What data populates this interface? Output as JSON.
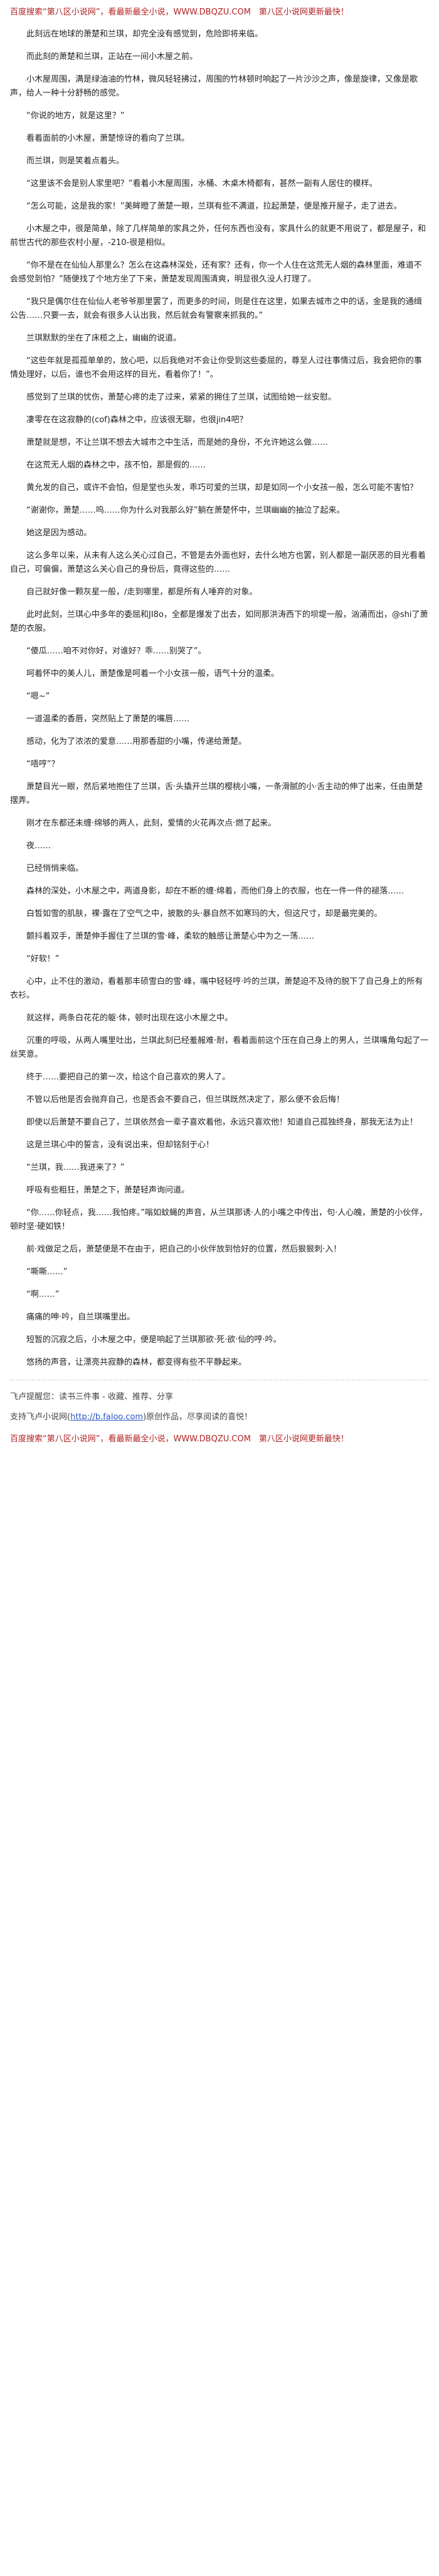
{
  "header_banner": "百度搜索“第八区小说网”，看最新最全小说，WWW.DBQZU.COM　第八区小说网更新最快！",
  "paragraphs": [
    "此刻远在地球的萧楚和兰琪，却完全没有感觉到，危险即将来临。",
    "而此刻的萧楚和兰琪，正站在一间小木屋之前。",
    "小木屋周围，满是绿油油的竹林，微风轻轻拂过，周围的竹林顿时响起了一片沙沙之声，像是旋律，又像是歌声，给人一种十分舒畅的感觉。",
    "“你说的地方，就是这里？”",
    "看着面前的小木屋，萧楚惊讶的看向了兰琪。",
    "而兰琪，则是笑着点着头。",
    "“这里该不会是别人家里吧？”看着小木屋周围，水桶、木桌木椅都有，甚然一副有人居住的模样。",
    "“怎么可能，这是我的家！”美眸瞪了萧楚一眼，兰琪有些不满道，拉起萧楚，便是推开屋子，走了进去。",
    "小木屋之中，很是简单，除了几样简单的家具之外，任何东西也没有，家具什么的就更不用说了，都是屋子，和前世古代的那些农村小屋，-210-很是相似。",
    "“你不是在在仙仙人那里么？怎么在这森林深处，还有家？还有，你一个人住在这荒无人烟的森林里面，难道不会感觉到怕？”随便找了个地方坐了下来，萧楚发现周围清爽，明显很久没人打理了。",
    "“我只是偶尔住在仙仙人老爷爷那里罢了，而更多的时间，则是住在这里，如果去城市之中的话，金是我的通缉公告……只要一去，就会有很多人认出我，然后就会有警察来抓我的。”",
    "兰琪默默的坐在了床榄之上，幽幽的说道。",
    "“这些年就是孤孤单单的，放心吧，以后我绝对不会让你受到这些委屈的，尊至人过往事情过后，我会把你的事情处理好，以后，谁也不会用这样的目光，看着你了！”。",
    "感觉到了兰琪的忧伤，萧楚心疼的走了过来，紧紧的拥住了兰琪，试图给她一丝安慰。",
    "凄零在在这寂静的(cof)森林之中，应该很无聊，也很jin4吧？",
    "萧楚就是想，不让兰琪不想去大城市之中生活，而是她的身份，不允许她这么做……",
    "在这荒无人烟的森林之中，孩不怕，那是假的……",
    "黄允发的自己，或许不会怕，但是堂也头发，乖巧可爱的兰琪，却是如同一个小女孩一般，怎么可能不害怕？",
    "“谢谢你，萧楚……呜……你为什么对我那么好”躺在萧楚怀中，兰琪幽幽的抽泣了起来。",
    "她这是因为感动。",
    "这么多年以来，从未有人这么关心过自己，不管是去外面也好，去什么地方也罢，别人都是一副厌恶的目光看着自己，可偏偏，萧楚这么关心自己的身份后，竟得这些的……",
    "自己就好像一颗灰星一般，/走到哪里，都是所有人唾弃的对象。",
    "此时此刻，兰琪心中多年的委屈和JI8o，全都是爆发了出去，如同那洪涛西下的坝堤一般，汹涌而出，@shi了萧楚的衣服。",
    "“傻瓜……咱不对你好，对谁好？乖……别哭了”。",
    "呵着怀中的美人儿，萧楚像是呵着一个小女孩一般，语气十分的温柔。",
    "“嗯~”",
    "一道温柔的香唇，突然贴上了萧楚的嘴唇……",
    "感动，化为了浓浓的爱意……用那香甜的小嘴，传递给萧楚。",
    "“唔哼”？",
    "萧楚目光一眼，然后紧地抱住了兰琪，舌·头撬开兰琪的樱桃小嘴，一条滑腻的小·舌主动的伸了出来，任由萧楚摆弄。",
    "刚才在东都还未缠·绵够的两人，此刻，爱情的火花再次点·燃了起来。",
    "夜……",
    "已经悄悄来临。",
    "森林的深处，小木屋之中，两道身影，却在不断的缠·绵着，而他们身上的衣服，也在一件一件的褪落……",
    "白皙如雪的肌肤，裸·露在了空气之中，披散的头·暴自然不如寒玛的大，但这尺寸，却是最完美的。",
    "颤抖着双手，萧楚伸手握住了兰琪的雪·峰，柔软的触感让萧楚心中为之一荡……",
    "“好软！”",
    "心中，止不住的激动，看着那丰硕雪白的雪·峰，嘴中轻轻哼·吟的兰琪，萧楚迫不及待的脱下了自己身上的所有衣衫。",
    "就这样，两条白花花的躯·体，顿时出现在这小木屋之中。",
    "沉重的呼吸，从两人嘴里吐出，兰琪此刻已经羞赧难·耐，看着面前这个压在自己身上的男人，兰琪嘴角勾起了一丝笑意。",
    "终于……要把自己的第一次，给这个自己喜欢的男人了。",
    "不管以后他是否会抛弃自己，也是否会不要自己，但兰琪既然决定了，那么便不会后悔！",
    "即使以后萧楚不要自己了，兰琪依然会一辈子喜欢着他，永远只喜欢他！知道自己孤独终身，那我无法为止！",
    "这是兰琪心中的誓言，没有说出来，但却铭刻于心！",
    "“兰琪，我……我进来了？”",
    "呼吸有些粗狂，萧楚之下，萧楚轻声询问道。",
    "“你……你轻点，我……我怕疼。”嗡如蚊蝇的声音，从兰琪那诱·人的小嘴之中传出，句·人心魄，萧楚的小伙伴，顿时坚·硬如铁！",
    "前·戏做足之后，萧楚便是不在由于，把自己的小伙伴放到恰好的位置，然后狠狠刺·入！",
    "“嘶嘶……”",
    "“啊……”",
    "痛痛的呻·吟，自兰琪嘴里出。",
    "短暂的沉寂之后，小木屋之中，便是响起了兰琪那欲·死·欲·仙的哼·吟。",
    "悠扬的声音，让漂亮共寂静的森林，都变得有些不平静起来。"
  ],
  "footer": {
    "promo": "飞卢提醒您：读书三件事 - 收藏、推荐、分享",
    "support_prefix": "支持飞卢小说网(",
    "support_link": "http://b.faloo.com",
    "support_suffix": ")原创作品，尽享阅读的喜悦！"
  },
  "bottom_banner": "百度搜索“第八区小说网”，看最新最全小说，WWW.DBQZU.COM　第八区小说网更新最快！"
}
